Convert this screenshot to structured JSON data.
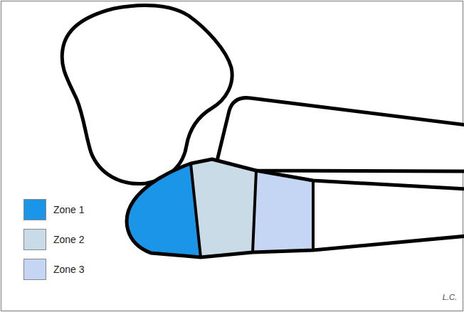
{
  "diagram": {
    "labels": [
      "L.C."
    ],
    "legend": [
      {
        "text": "Zone 1",
        "color": "#1a95e8"
      },
      {
        "text": "Zone 2",
        "color": "#c9dbe6"
      },
      {
        "text": "Zone 3",
        "color": "#c5d6f4"
      }
    ]
  }
}
